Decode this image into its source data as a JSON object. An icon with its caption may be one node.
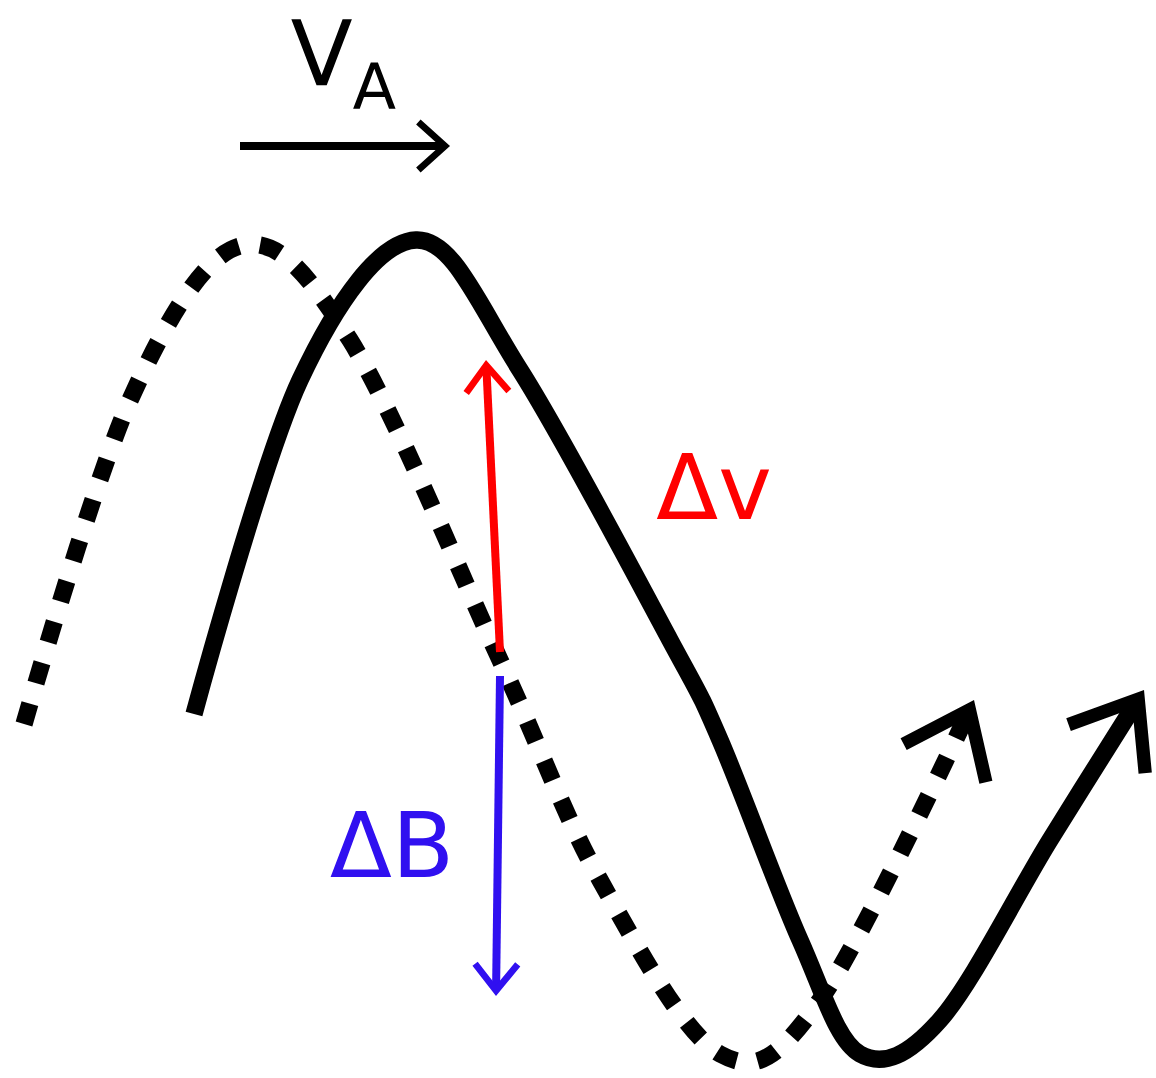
{
  "diagram": {
    "labels": [
      "V$_{A}$",
      "Δv",
      "ΔB"
    ]
  }
}
